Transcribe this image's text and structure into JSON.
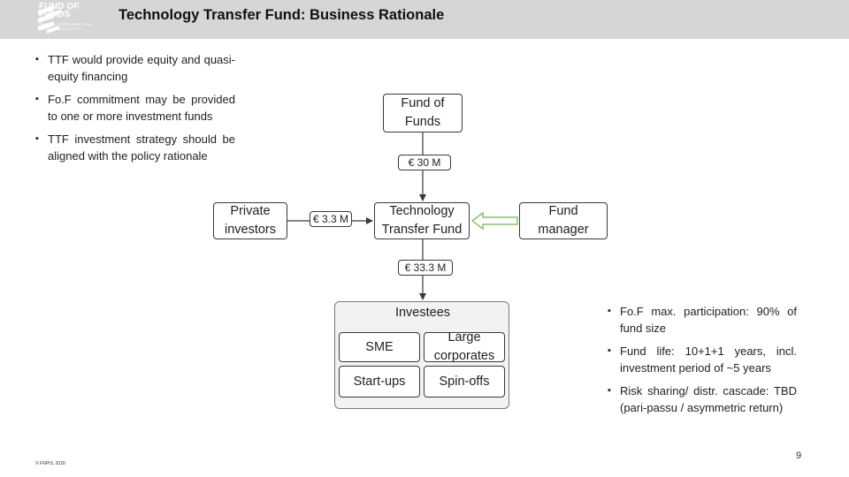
{
  "header": {
    "logo_line1": "FUND OF",
    "logo_line2": "FUNDS",
    "logo_sub": "FINANCIAL INSTRUMENTS FOR ENTERPRISES SUPPORT",
    "title": "Technology Transfer Fund: Business Rationale"
  },
  "left_bullets": [
    "TTF would provide equity and quasi-equity financing",
    "Fo.F commitment may be provided to one or more investment funds",
    "TTF investment strategy should be aligned with the policy rationale"
  ],
  "right_bullets": [
    "Fo.F max. participation: 90% of fund size",
    "Fund life: 10+1+1 years, incl. investment period of ~5 years",
    "Risk sharing/ distr. cascade: TBD (pari-passu / asymmetric return)"
  ],
  "diagram": {
    "fof": "Fund of Funds",
    "fof_amount": "€ 30 M",
    "private": "Private investors",
    "private_amount": "€ 3.3 M",
    "ttf": "Technology Transfer Fund",
    "manager": "Fund manager",
    "ttf_amount": "€ 33.3 M",
    "investees": "Investees",
    "sme": "SME",
    "large": "Large corporates",
    "startups": "Start-ups",
    "spinoffs": "Spin-offs"
  },
  "footer": {
    "copyright": "© FNPIS, 2018",
    "page": "9"
  }
}
